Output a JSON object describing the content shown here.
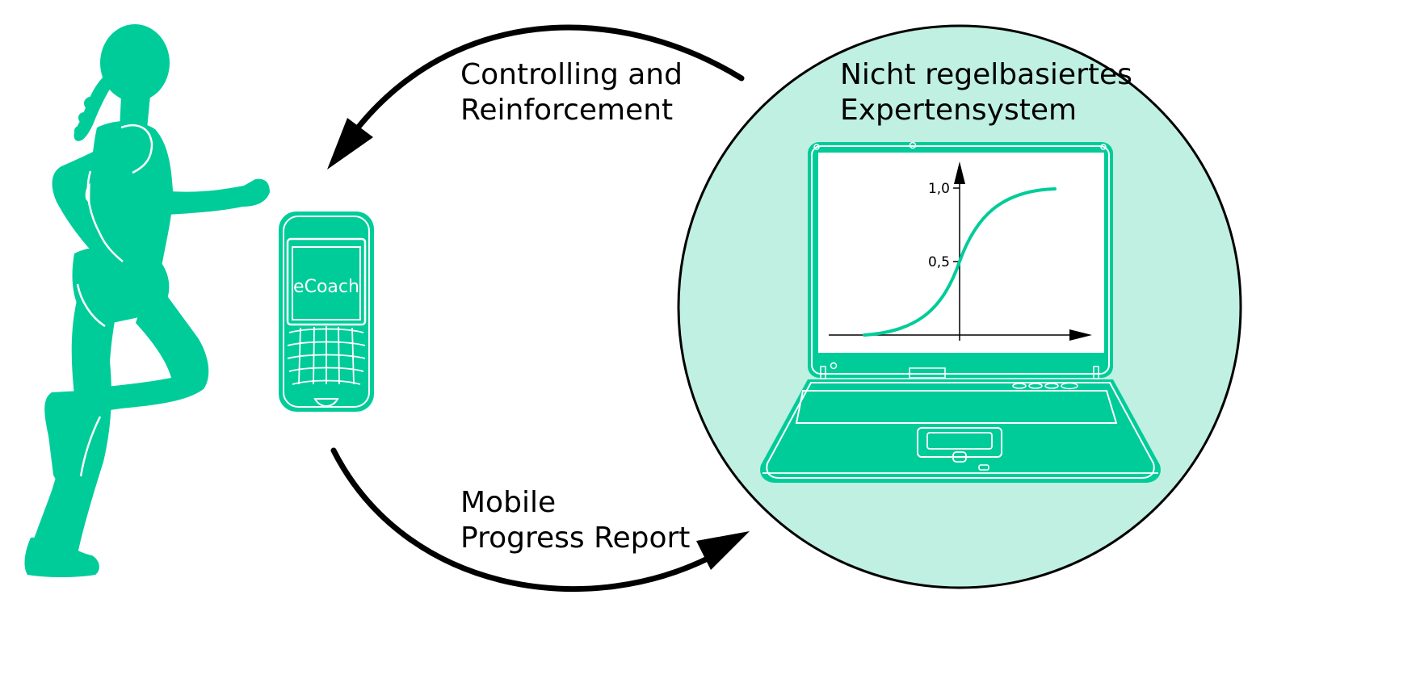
{
  "labels": {
    "controlling_line1": "Controlling and",
    "controlling_line2": "Reinforcement",
    "mobile_line1": "Mobile",
    "mobile_line2": "Progress Report",
    "expert_line1": "Nicht regelbasiertes",
    "expert_line2": "Expertensystem"
  },
  "device": {
    "screen_text": "eCoach"
  },
  "graph": {
    "y_ticks": [
      "1,0",
      "0,5"
    ],
    "curve": "sigmoid"
  },
  "colors": {
    "accent": "#00cc99",
    "circle_fill": "#bff0e2",
    "stroke": "#000000",
    "background": "#ffffff"
  },
  "icons": [
    "runner-icon",
    "phone-icon",
    "laptop-icon",
    "arrow-icon"
  ]
}
